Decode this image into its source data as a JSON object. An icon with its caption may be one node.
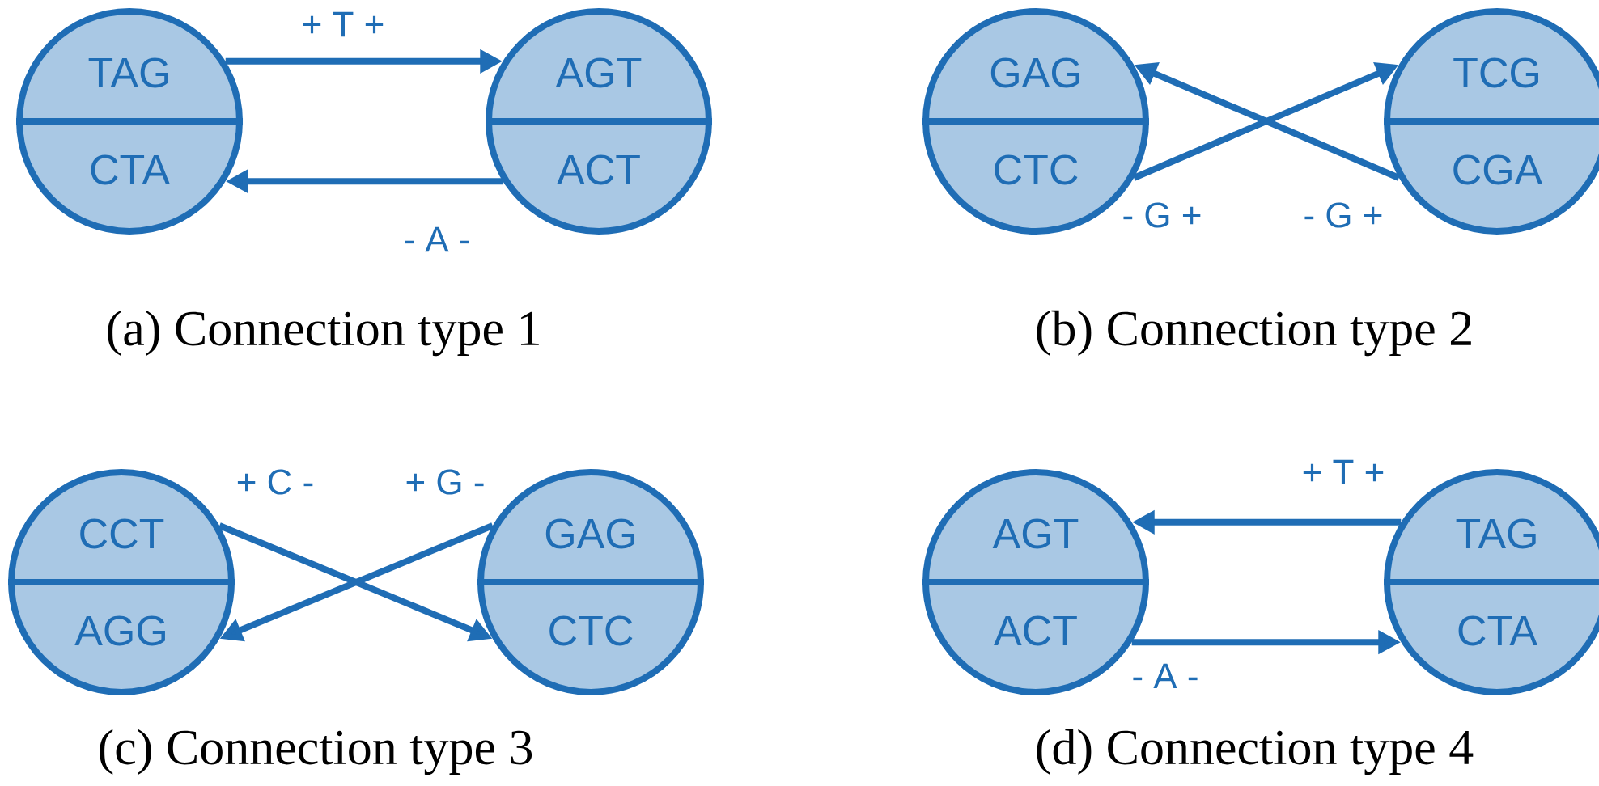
{
  "diagram": {
    "nodes": [
      {
        "text": [
          "TAG",
          "CTA"
        ]
      },
      {
        "text": [
          "AGT",
          "ACT"
        ]
      },
      {
        "text": [
          "GAG",
          "CTC"
        ]
      },
      {
        "text": [
          "TCG",
          "CGA"
        ]
      },
      {
        "text": [
          "CCT",
          "AGG"
        ]
      },
      {
        "text": [
          "GAG",
          "CTC"
        ]
      },
      {
        "text": [
          "AGT",
          "ACT"
        ]
      },
      {
        "text": [
          "TAG",
          "CTA"
        ]
      }
    ],
    "edges": [
      {
        "from": 0,
        "to": 1,
        "arrow": "to",
        "label": "+ T +"
      },
      {
        "from": 1,
        "to": 0,
        "arrow": "to",
        "label": "- A -"
      },
      {
        "from": 2,
        "to": 3,
        "arrow": "to",
        "label": "- G +"
      },
      {
        "from": 3,
        "to": 2,
        "arrow": "to",
        "label": "- G +"
      },
      {
        "from": 4,
        "to": 5,
        "arrow": "to",
        "label": "+ C -"
      },
      {
        "from": 5,
        "to": 4,
        "arrow": "to",
        "label": "+ G -"
      },
      {
        "from": 6,
        "to": 7,
        "arrow": "to",
        "label": "- A -"
      },
      {
        "from": 7,
        "to": 6,
        "arrow": "to",
        "label": "+ T +"
      }
    ],
    "labels": [
      "(a) Connection type 1",
      "(b) Connection type 2",
      "(c) Connection type 3",
      "(d) Connection type 4"
    ]
  }
}
